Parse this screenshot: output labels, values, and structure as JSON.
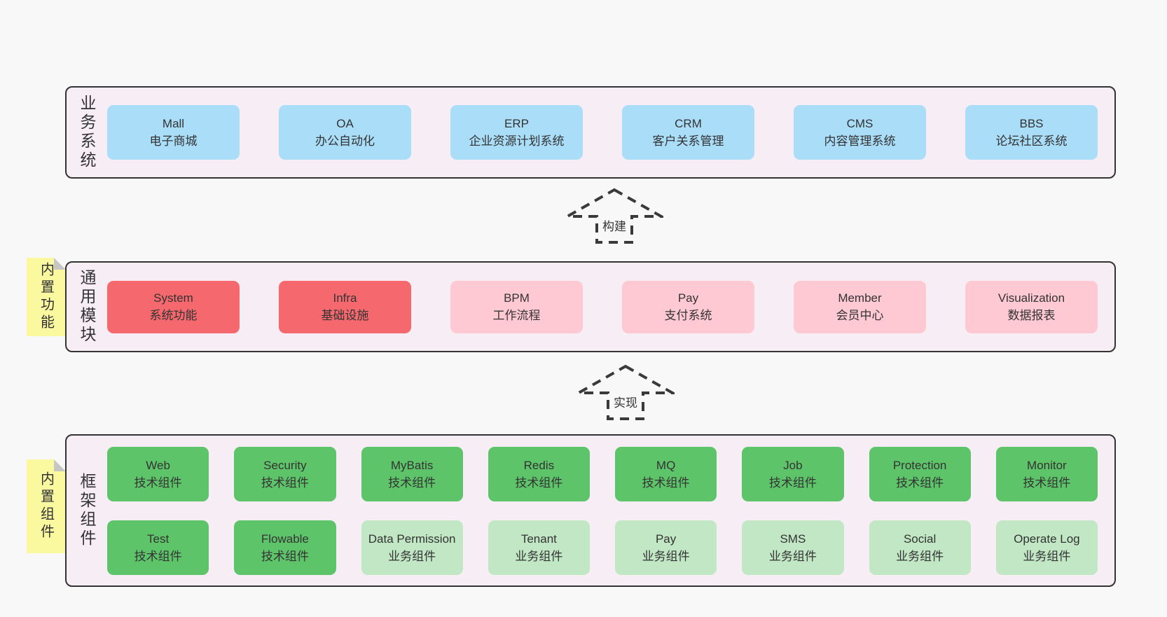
{
  "diagram": {
    "layers": {
      "business": {
        "side_label": "业务系统",
        "boxes": [
          {
            "title": "Mall",
            "subtitle": "电子商城"
          },
          {
            "title": "OA",
            "subtitle": "办公自动化"
          },
          {
            "title": "ERP",
            "subtitle": "企业资源计划系统"
          },
          {
            "title": "CRM",
            "subtitle": "客户关系管理"
          },
          {
            "title": "CMS",
            "subtitle": "内容管理系统"
          },
          {
            "title": "BBS",
            "subtitle": "论坛社区系统"
          }
        ]
      },
      "modules": {
        "side_label": "通用模块",
        "note": "内置功能",
        "boxes": [
          {
            "title": "System",
            "subtitle": "系统功能",
            "color": "red"
          },
          {
            "title": "Infra",
            "subtitle": "基础设施",
            "color": "red"
          },
          {
            "title": "BPM",
            "subtitle": "工作流程",
            "color": "pink"
          },
          {
            "title": "Pay",
            "subtitle": "支付系统",
            "color": "pink"
          },
          {
            "title": "Member",
            "subtitle": "会员中心",
            "color": "pink"
          },
          {
            "title": "Visualization",
            "subtitle": "数据报表",
            "color": "pink"
          }
        ]
      },
      "components": {
        "side_label": "框架组件",
        "note": "内置组件",
        "boxes": [
          {
            "title": "Web",
            "subtitle": "技术组件",
            "color": "green"
          },
          {
            "title": "Security",
            "subtitle": "技术组件",
            "color": "green"
          },
          {
            "title": "MyBatis",
            "subtitle": "技术组件",
            "color": "green"
          },
          {
            "title": "Redis",
            "subtitle": "技术组件",
            "color": "green"
          },
          {
            "title": "MQ",
            "subtitle": "技术组件",
            "color": "green"
          },
          {
            "title": "Job",
            "subtitle": "技术组件",
            "color": "green"
          },
          {
            "title": "Protection",
            "subtitle": "技术组件",
            "color": "green"
          },
          {
            "title": "Monitor",
            "subtitle": "技术组件",
            "color": "green"
          },
          {
            "title": "Test",
            "subtitle": "技术组件",
            "color": "green"
          },
          {
            "title": "Flowable",
            "subtitle": "技术组件",
            "color": "green"
          },
          {
            "title": "Data Permission",
            "subtitle": "业务组件",
            "color": "green-light"
          },
          {
            "title": "Tenant",
            "subtitle": "业务组件",
            "color": "green-light"
          },
          {
            "title": "Pay",
            "subtitle": "业务组件",
            "color": "green-light"
          },
          {
            "title": "SMS",
            "subtitle": "业务组件",
            "color": "green-light"
          },
          {
            "title": "Social",
            "subtitle": "业务组件",
            "color": "green-light"
          },
          {
            "title": "Operate Log",
            "subtitle": "业务组件",
            "color": "green-light"
          }
        ]
      }
    },
    "arrows": [
      {
        "label": "构建"
      },
      {
        "label": "实现"
      }
    ],
    "colors": {
      "page_bg": "#f8f8f8",
      "panel_bg": "#f7edf5",
      "panel_border": "#333333",
      "blue": "#a9ddf8",
      "red": "#f5696e",
      "pink": "#ffc9d3",
      "green": "#5ec46a",
      "green_light": "#c1e7c5",
      "sticky_yellow": "#fbf99f",
      "fold_gray": "#c6c6c6",
      "text": "#333333"
    }
  }
}
